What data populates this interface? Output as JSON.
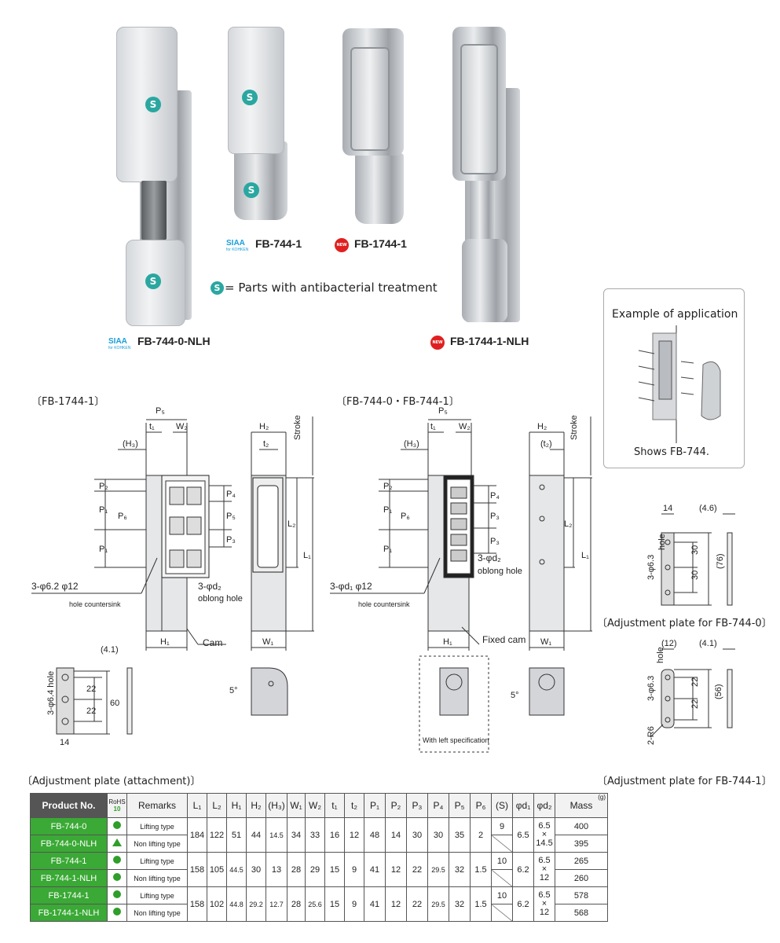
{
  "products": {
    "fb744_0_nlh": {
      "label": "FB-744-0-NLH",
      "mark": "SIAA",
      "mark_sub": "for KOHKEN"
    },
    "fb744_1": {
      "label": "FB-744-1",
      "mark": "SIAA",
      "mark_sub": "for KOHKEN"
    },
    "fb1744_1": {
      "label": "FB-1744-1",
      "mark": "NEW"
    },
    "fb1744_1_nlh": {
      "label": "FB-1744-1-NLH",
      "mark": "NEW"
    },
    "s_letter": "S",
    "legend": "= Parts with antibacterial treatment"
  },
  "application": {
    "title": "Example of application",
    "caption": "Shows FB-744."
  },
  "drawings": {
    "fb1744_1": {
      "title": "〔FB-1744-1〕",
      "hole_note": "3-φ6.2   φ12",
      "hole_note2": "hole  countersink",
      "oblong_note": "3-φd₂",
      "oblong_note2": "oblong hole",
      "cam": "Cam",
      "labels": {
        "p5": "P₅",
        "t1": "t₁",
        "w2": "W₂",
        "h3": "(H₃)",
        "h2": "H₂",
        "t2": "t₂",
        "stroke": "Stroke",
        "p2": "P₂",
        "p1a": "P₁",
        "p6": "P₆",
        "p1b": "P₁",
        "p4": "P₄",
        "p5v": "P₅",
        "p3": "P₃",
        "l2": "L₂",
        "l1": "L₁",
        "h1": "H₁",
        "w1": "W₁",
        "deg": "5°"
      }
    },
    "fb744": {
      "title": "〔FB-744-0・FB-744-1〕",
      "hole_note": "3-φd₁   φ12",
      "hole_note2": "hole  countersink",
      "oblong_note": "3-φd₂",
      "oblong_note2": "oblong hole",
      "cam": "Fixed cam",
      "left_spec": "With left specification",
      "labels": {
        "p5": "P₅",
        "t1": "t₁",
        "w2": "W₂",
        "h3": "(H₃)",
        "h2": "H₂",
        "t2": "(t₂)",
        "stroke": "Stroke",
        "p2": "P₂",
        "p1a": "P₁",
        "p6": "P₆",
        "p1b": "P₁",
        "p4": "P₄",
        "p3a": "P₃",
        "p3b": "P₃",
        "l2": "L₂",
        "l1": "L₁",
        "h1": "H₁",
        "w1": "W₁",
        "deg": "5°"
      }
    },
    "plate_attachment": {
      "caption": "〔Adjustment plate (attachment)〕",
      "holes": "3-φ6.4 hole",
      "d1": "22",
      "d2": "22",
      "d3": "60",
      "w": "14",
      "t": "(4.1)"
    },
    "plate_744_0": {
      "caption": "〔Adjustment plate for FB-744-0〕",
      "holes": "3-φ6.3",
      "hole_word": "hole",
      "w": "14",
      "t": "(4.6)",
      "d1": "30",
      "d2": "30",
      "d3": "(76)"
    },
    "plate_744_1": {
      "caption": "〔Adjustment plate for FB-744-1〕",
      "holes": "3-φ6.3",
      "hole_word": "hole",
      "w": "(12)",
      "t": "(4.1)",
      "d1": "22",
      "d2": "22",
      "d3": "(56)",
      "r": "2-R6"
    }
  },
  "table": {
    "headers": [
      "Product No.",
      "RoHS",
      "Remarks",
      "L₁",
      "L₂",
      "H₁",
      "H₂",
      "(H₃)",
      "W₁",
      "W₂",
      "t₁",
      "t₂",
      "P₁",
      "P₂",
      "P₃",
      "P₄",
      "P₅",
      "P₆",
      "(S)",
      "φd₁",
      "φd₂",
      "Mass"
    ],
    "rohs_sub": "10",
    "mass_unit": "(g)",
    "rows": [
      {
        "pn": "FB-744-0",
        "rohs": "dot",
        "remark": "Lifting type",
        "mass": "400"
      },
      {
        "pn": "FB-744-0-NLH",
        "rohs": "tri",
        "remark": "Non lifting type",
        "mass": "395"
      },
      {
        "pn": "FB-744-1",
        "rohs": "dot",
        "remark": "Lifting type",
        "mass": "265"
      },
      {
        "pn": "FB-744-1-NLH",
        "rohs": "dot",
        "remark": "Non lifting type",
        "mass": "260"
      },
      {
        "pn": "FB-1744-1",
        "rohs": "dot",
        "remark": "Lifting type",
        "mass": "578"
      },
      {
        "pn": "FB-1744-1-NLH",
        "rohs": "dot",
        "remark": "Non lifting type",
        "mass": "568"
      }
    ],
    "groups": [
      {
        "L1": "184",
        "L2": "122",
        "H1": "51",
        "H2": "44",
        "H3": "14.5",
        "W1": "34",
        "W2": "33",
        "t1": "16",
        "t2": "12",
        "P1": "48",
        "P2": "14",
        "P3": "30",
        "P4": "30",
        "P5": "35",
        "P6": "2",
        "S": "9",
        "d1": "6.5",
        "d2a": "6.5",
        "d2x": "×",
        "d2b": "14.5"
      },
      {
        "L1": "158",
        "L2": "105",
        "H1": "44.5",
        "H2": "30",
        "H3": "13",
        "W1": "28",
        "W2": "29",
        "t1": "15",
        "t2": "9",
        "P1": "41",
        "P2": "12",
        "P3": "22",
        "P4": "29.5",
        "P5": "32",
        "P6": "1.5",
        "S": "10",
        "d1": "6.2",
        "d2a": "6.5",
        "d2x": "×",
        "d2b": "12"
      },
      {
        "L1": "158",
        "L2": "102",
        "H1": "44.8",
        "H2": "29.2",
        "H3": "12.7",
        "W1": "28",
        "W2": "25.6",
        "t1": "15",
        "t2": "9",
        "P1": "41",
        "P2": "12",
        "P3": "22",
        "P4": "29.5",
        "P5": "32",
        "P6": "1.5",
        "S": "10",
        "d1": "6.2",
        "d2a": "6.5",
        "d2x": "×",
        "d2b": "12"
      }
    ]
  }
}
